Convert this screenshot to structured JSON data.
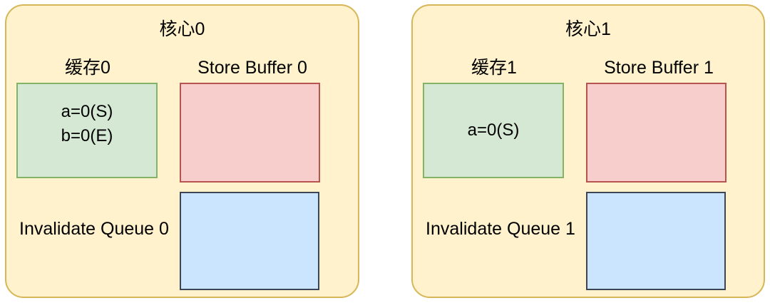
{
  "diagram": {
    "colors": {
      "core_fill": "#fff2cc",
      "core_border": "#d6b656",
      "cache_fill": "#d5e8d4",
      "cache_border": "#82b366",
      "store_buffer_fill": "#f8cecc",
      "store_buffer_border": "#b85450",
      "invalidate_queue_fill": "#cce5ff",
      "invalidate_queue_border": "#3d4654",
      "text": "#000000",
      "background": "#ffffff"
    },
    "cores": [
      {
        "title": "核心0",
        "cache": {
          "label": "缓存0",
          "entries": [
            "a=0(S)",
            "b=0(E)"
          ]
        },
        "store_buffer": {
          "label": "Store Buffer 0",
          "entries": []
        },
        "invalidate_queue": {
          "label": "Invalidate Queue 0",
          "entries": []
        }
      },
      {
        "title": "核心1",
        "cache": {
          "label": "缓存1",
          "entries": [
            "a=0(S)"
          ]
        },
        "store_buffer": {
          "label": "Store Buffer 1",
          "entries": []
        },
        "invalidate_queue": {
          "label": "Invalidate Queue 1",
          "entries": []
        }
      }
    ]
  }
}
